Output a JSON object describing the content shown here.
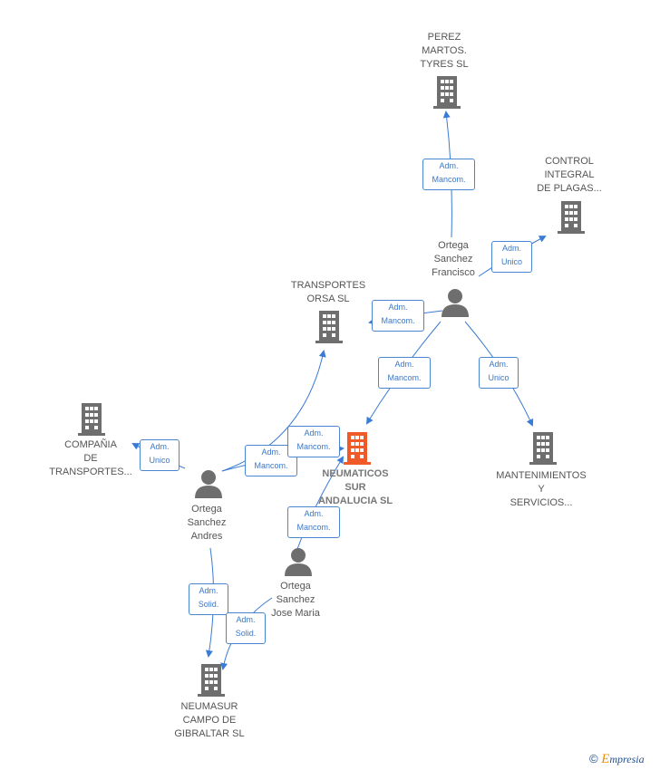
{
  "companies": [
    {
      "id": "perez",
      "label": "PEREZ\nMARTOS.\nTYRES  SL",
      "highlight": false
    },
    {
      "id": "control",
      "label": "CONTROL\nINTEGRAL\nDE PLAGAS...",
      "highlight": false
    },
    {
      "id": "transportes",
      "label": "TRANSPORTES\nORSA SL",
      "highlight": false
    },
    {
      "id": "compania",
      "label": "COMPAÑIA\nDE\nTRANSPORTES...",
      "highlight": false
    },
    {
      "id": "neumaticos",
      "label": "NEUMATICOS\nSUR\nANDALUCIA SL",
      "highlight": true
    },
    {
      "id": "mantenimientos",
      "label": "MANTENIMIENTOS\nY\nSERVICIOS...",
      "highlight": false
    },
    {
      "id": "neumasur",
      "label": "NEUMASUR\nCAMPO DE\nGIBRALTAR SL",
      "highlight": false
    }
  ],
  "people": [
    {
      "id": "francisco",
      "label": "Ortega\nSanchez\nFrancisco"
    },
    {
      "id": "andres",
      "label": "Ortega\nSanchez\nAndres"
    },
    {
      "id": "josemaria",
      "label": "Ortega\nSanchez\nJose Maria"
    }
  ],
  "relations": [
    {
      "id": "r1",
      "label": "Adm.\nMancom."
    },
    {
      "id": "r2",
      "label": "Adm.\nUnico"
    },
    {
      "id": "r3",
      "label": "Adm.\nMancom."
    },
    {
      "id": "r4",
      "label": "Adm.\nMancom."
    },
    {
      "id": "r5",
      "label": "Adm.\nUnico"
    },
    {
      "id": "r6",
      "label": "Adm.\nUnico"
    },
    {
      "id": "r7",
      "label": "Adm.\nMancom."
    },
    {
      "id": "r8",
      "label": "Adm.\nMancom."
    },
    {
      "id": "r9",
      "label": "Adm.\nMancom."
    },
    {
      "id": "r10",
      "label": "Adm.\nSolid."
    },
    {
      "id": "r11",
      "label": "Adm.\nSolid."
    }
  ],
  "colors": {
    "edge": "#3a7bd5",
    "building": "#6e6e6e",
    "highlight": "#f05a28",
    "person": "#6e6e6e"
  },
  "footer": {
    "copyright": "©",
    "brand_initial": "E",
    "brand_rest": "mpresia"
  }
}
